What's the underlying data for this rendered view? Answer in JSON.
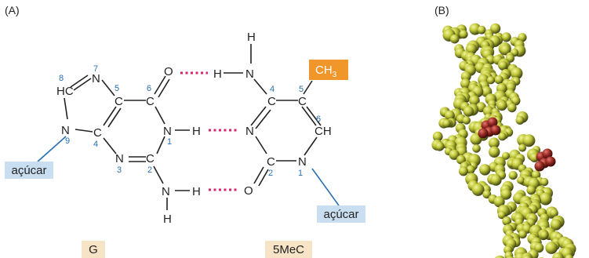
{
  "panel_labels": {
    "a": "(A)",
    "b": "(B)"
  },
  "guanine": {
    "name": "G",
    "sugar": "açúcar",
    "atoms": {
      "hc": "HC",
      "n7": "N",
      "n9": "N",
      "n3": "N",
      "c_left": "C",
      "c4": "C",
      "c6": "C",
      "c2": "C",
      "o6": "O",
      "n1": "N",
      "h1": "H",
      "n2": "N",
      "h2": "H",
      "h2b": "H"
    },
    "numbers": {
      "n8": "8",
      "n7": "7",
      "n5": "5",
      "n6": "6",
      "n9": "9",
      "n4": "4",
      "n1": "1",
      "n3": "3",
      "n2": "2"
    }
  },
  "methylcytosine": {
    "name": "5MeC",
    "sugar": "açúcar",
    "methyl": "CH3",
    "methyl_base": "CH",
    "methyl_sub": "3",
    "atoms": {
      "h_top": "H",
      "n4": "N",
      "h4": "H",
      "c4": "C",
      "c5": "C",
      "n3": "N",
      "c6": "CH",
      "c2": "C",
      "n1": "N",
      "o2": "O"
    },
    "numbers": {
      "n4": "4",
      "n5": "5",
      "n6": "6",
      "n2": "2",
      "n1": "1"
    }
  },
  "colors": {
    "hbond": "#d6246e",
    "sugar_box": "#c9def0",
    "methyl_box": "#f0962a",
    "label_box": "#f7e3c5",
    "numbers": "#2a6fb3",
    "dna": "#c2c93a",
    "methyl_sphere": "#9a2a24"
  }
}
